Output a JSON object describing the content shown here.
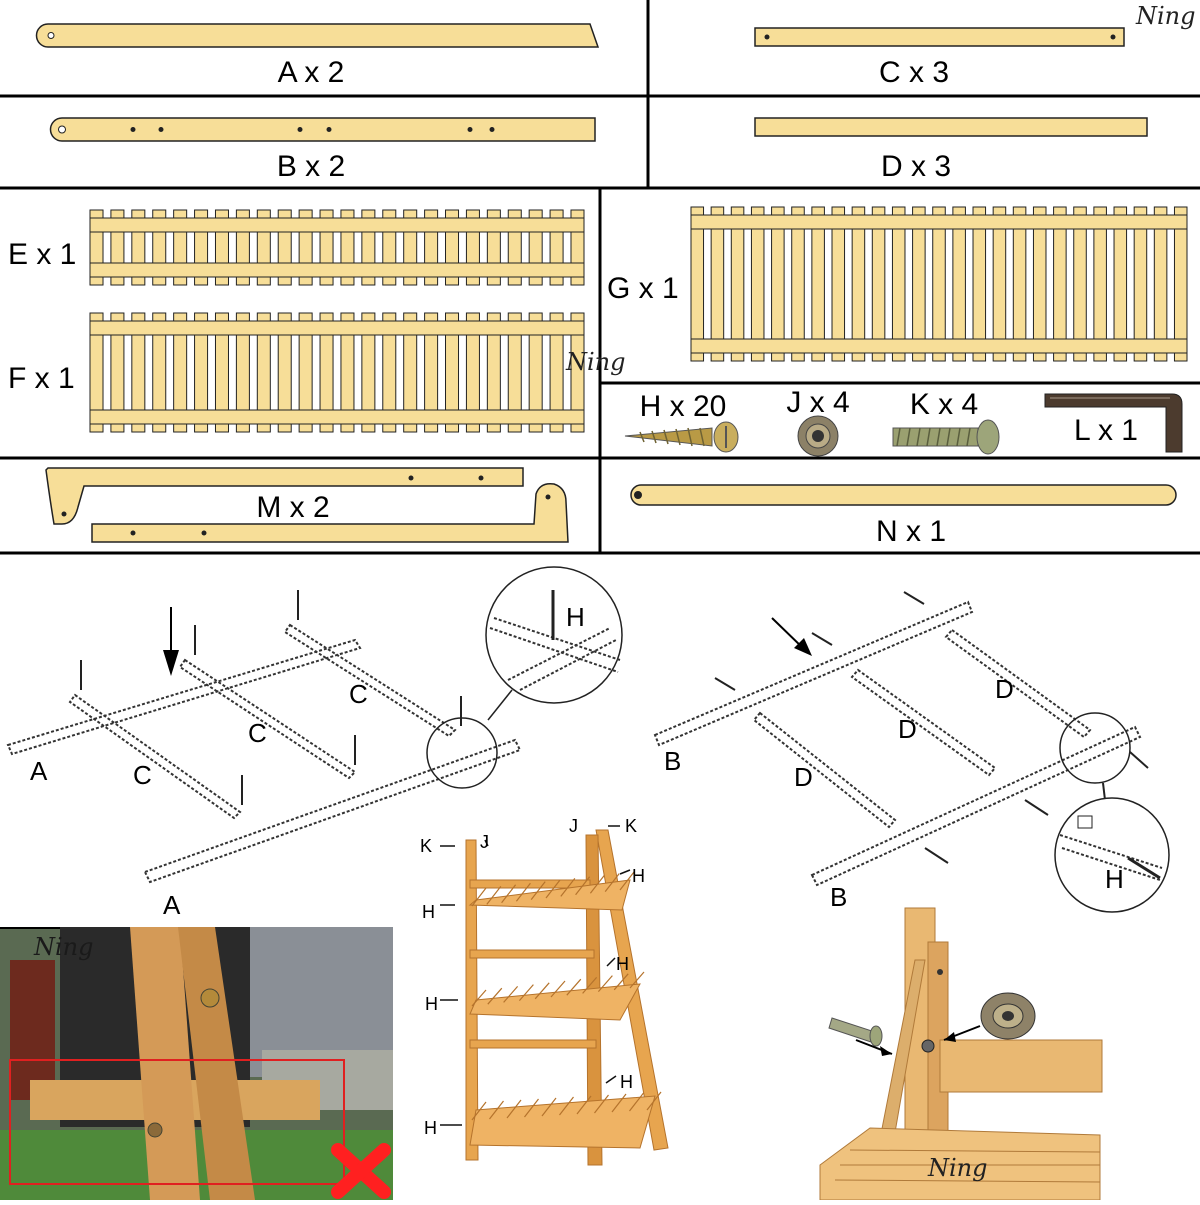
{
  "colors": {
    "wood": "#f7de98",
    "wood_dark": "#c89b54",
    "outline": "#222222",
    "bamboo": "#e7a54f",
    "red": "#ff2020"
  },
  "watermark": "Ning",
  "parts": {
    "A": "A x 2",
    "B": "B x 2",
    "C": "C x 3",
    "D": "D x 3",
    "E": "E x 1",
    "F": "F x 1",
    "G": "G x 1",
    "H": "H x 20",
    "J": "J x 4",
    "K": "K x 4",
    "L": "L x 1",
    "M": "M x 2",
    "N": "N x 1"
  },
  "step1": {
    "labels": {
      "a1": "A",
      "a2": "A",
      "c1": "C",
      "c2": "C",
      "c3": "C",
      "h": "H"
    }
  },
  "step2": {
    "labels": {
      "b1": "B",
      "b2": "B",
      "d1": "D",
      "d2": "D",
      "d3": "D",
      "h": "H"
    }
  },
  "overview": {
    "labels": {
      "k1": "K",
      "j1": "J",
      "j2": "J",
      "k2": "K",
      "h1": "H",
      "h2": "H",
      "h3": "H",
      "h4": "H",
      "h5": "H",
      "h6": "H"
    }
  },
  "warning_icon": "red-x-icon"
}
